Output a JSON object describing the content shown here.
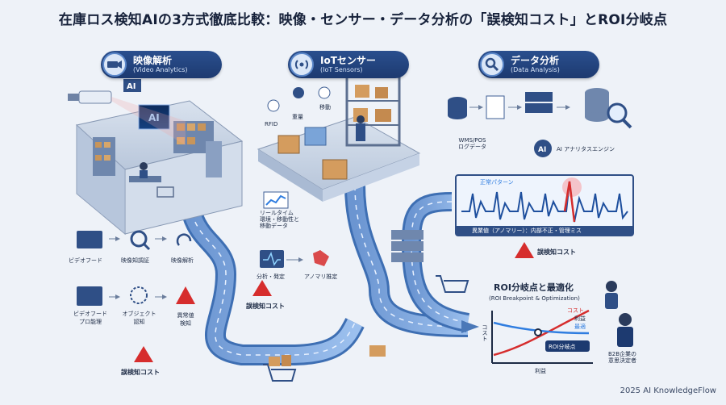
{
  "title": "在庫ロス検知AIの3方式徹底比較：映像・センサー・データ分析の「誤検知コスト」とROI分岐点",
  "sections": {
    "video": {
      "title": "映像解析",
      "subtitle": "(Video Analytics)"
    },
    "iot": {
      "title": "IoTセンサー",
      "subtitle": "(IoT Sensors)"
    },
    "data": {
      "title": "データ分析",
      "subtitle": "(Data Analysis)"
    }
  },
  "video_flow": {
    "screen_label": "AI",
    "steps": [
      "ビデオフード",
      "映像知調証",
      "映像解析"
    ],
    "steps2": [
      "ビデオフード\nプロ能理",
      "オブジェクト\n認知",
      "異常値\n検知"
    ],
    "warning": "誤検知コスト"
  },
  "iot_flow": {
    "sensor_labels": [
      "RFID",
      "重量",
      "移動"
    ],
    "realtime": "リールタイム\n環境・移動性と\n移動データ",
    "analysis": "分析・発定",
    "anomaly": "アノマリ推定",
    "warning": "誤検知コスト"
  },
  "data_flow": {
    "source": "WMS/POS\nログデータ",
    "engine": "AI アナリタスエンジン",
    "normal": "正常パターン",
    "anomaly": "異業値（アノマリー）：内部不正・管理ミス",
    "warning": "誤検知コスト"
  },
  "roi": {
    "title": "ROI分岐点と最適化",
    "subtitle": "(ROI Breakpoint & Optimization)",
    "cost_label": "コスト",
    "benefit_label": "利益",
    "curve_cost": "コスト",
    "curve_a": "利益",
    "curve_b": "最適",
    "breakpoint": "ROI分岐点",
    "decision_maker": "B2B企業の\n意思決定者"
  },
  "footer": "2025 AI KnowledgeFlow",
  "colors": {
    "navy": "#1d3a70",
    "accent": "#2f7de0",
    "alert": "#d62d2d",
    "road": "#4a78b8"
  }
}
